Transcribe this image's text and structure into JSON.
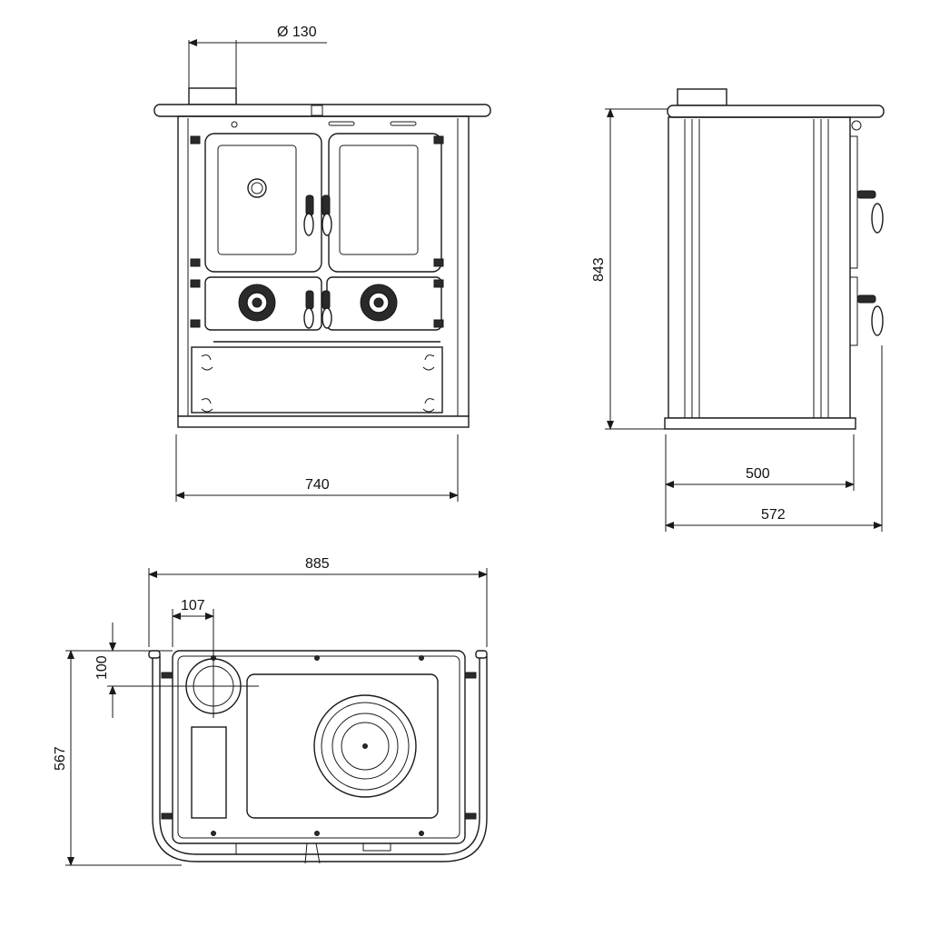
{
  "views": {
    "front": {
      "flue_diameter_label": "Ø 130",
      "width_label": "740"
    },
    "side": {
      "height_label": "843",
      "depth_label": "500",
      "overall_depth_label": "572"
    },
    "top": {
      "overall_width_label": "885",
      "flue_x_label": "107",
      "flue_y_label": "100",
      "overall_depth_label": "567"
    }
  },
  "style": {
    "line_color": "#1a1a1a",
    "background": "#ffffff"
  }
}
